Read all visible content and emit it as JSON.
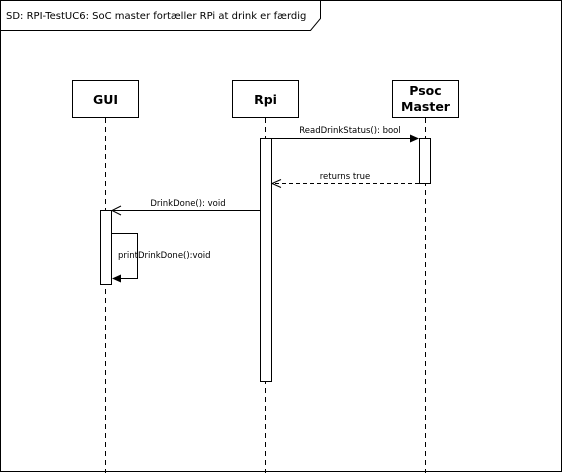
{
  "frame": {
    "title": "SD: RPI-TestUC6: SoC master fortæller RPi at drink er færdig"
  },
  "lifelines": [
    {
      "id": "gui",
      "label_lines": [
        "GUI"
      ]
    },
    {
      "id": "rpi",
      "label_lines": [
        "Rpi"
      ]
    },
    {
      "id": "psoc",
      "label_lines": [
        "Psoc",
        "Master"
      ]
    }
  ],
  "messages": [
    {
      "id": "read-drink-status",
      "label": "ReadDrinkStatus(): bool",
      "from": "rpi",
      "to": "psoc",
      "kind": "sync"
    },
    {
      "id": "returns-true",
      "label": "returns true",
      "from": "psoc",
      "to": "rpi",
      "kind": "return"
    },
    {
      "id": "drink-done",
      "label": "DrinkDone(): void",
      "from": "rpi",
      "to": "gui",
      "kind": "async"
    },
    {
      "id": "print-drink-done",
      "label": "printDrinkDone():void",
      "from": "gui",
      "to": "gui",
      "kind": "self"
    }
  ],
  "colors": {
    "line": "#000000",
    "frame_tab_fill": "#ffffff",
    "lifeline_dash": "#000000"
  }
}
